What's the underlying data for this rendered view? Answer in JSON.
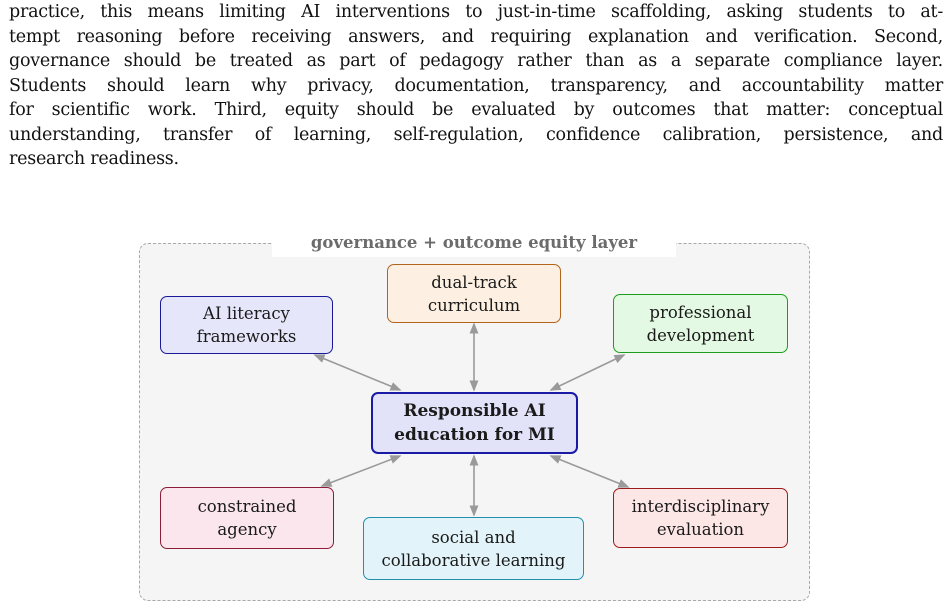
{
  "paragraph": {
    "lines": [
      "practice, this means limiting AI interventions to just-in-time scaffolding, asking students to at-",
      "tempt reasoning before receiving answers, and requiring explanation and verification. Second,",
      "governance should be treated as part of pedagogy rather than as a separate compliance layer.",
      "Students should learn why privacy, documentation, transparency, and accountability matter",
      "for scientific work. Third, equity should be evaluated by outcomes that matter: conceptual",
      "understanding, transfer of learning, self-regulation, confidence calibration, persistence, and",
      "research readiness."
    ]
  },
  "diagram": {
    "layer_title": "governance + outcome equity layer",
    "center": {
      "line1": "Responsible AI",
      "line2": "education for MI"
    },
    "nodes": {
      "ai_literacy": {
        "line1": "AI literacy",
        "line2": "frameworks"
      },
      "dual_track": {
        "line1": "dual-track",
        "line2": "curriculum"
      },
      "professional": {
        "line1": "professional",
        "line2": "development"
      },
      "constrained": {
        "line1": "constrained",
        "line2": "agency"
      },
      "social": {
        "line1": "social and",
        "line2": "collaborative learning"
      },
      "interdisciplinary": {
        "line1": "interdisciplinary",
        "line2": "evaluation"
      }
    },
    "colors": {
      "edge": "#9a9a9a",
      "layer_background": "#f5f5f5",
      "layer_border": "#a8a8a8",
      "center_border": "#1a1aa6",
      "center_fill": "#e2e2f8"
    }
  }
}
